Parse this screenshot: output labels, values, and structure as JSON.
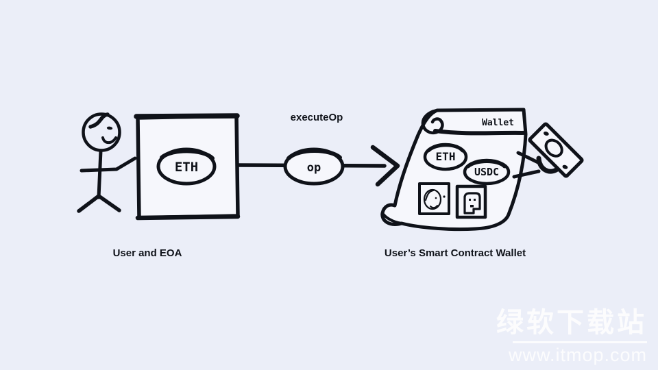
{
  "colors": {
    "background": "#ebeef8",
    "ink": "#0f1219",
    "shape": "#f6f7fc",
    "watermark": "#ffffff"
  },
  "diagram": {
    "left": {
      "caption": "User and EOA",
      "token": "ETH"
    },
    "flow": {
      "label": "executeOp",
      "op": "op"
    },
    "wallet": {
      "caption": "User’s Smart Contract Wallet",
      "header": "Wallet",
      "token1": "ETH",
      "token2": "USDC"
    }
  },
  "watermark": {
    "site_name": "绿软下载站",
    "site_url": "www.itmop.com"
  }
}
